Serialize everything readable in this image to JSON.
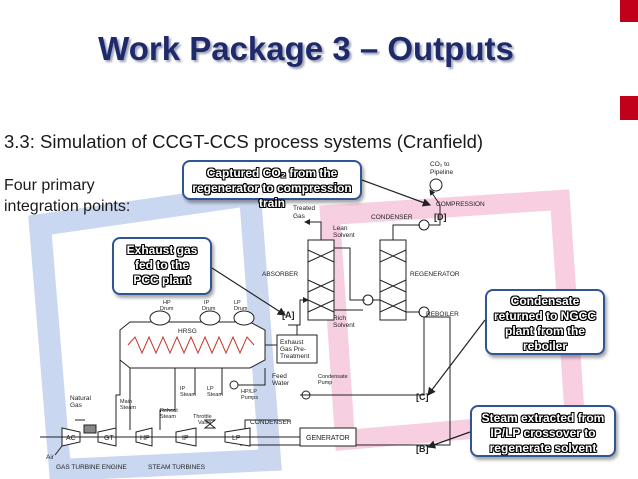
{
  "slide": {
    "title": "Work Package 3 – Outputs",
    "subtitle": "3.3: Simulation of CCGT-CCS process systems (Cranfield)",
    "intro_line1": "Four primary",
    "intro_line2": "integration points:",
    "accent_color": "#c0001b",
    "title_color": "#1f2a6b"
  },
  "callouts": {
    "captured": {
      "line1": "Captured CO₂ from the",
      "line2": "regenerator to compression train"
    },
    "exhaust": {
      "line1": "Exhaust gas",
      "line2": "fed to the",
      "line3": "PCC plant"
    },
    "condensate": {
      "line1": "Condensate",
      "line2": "returned to NGCC",
      "line3": "plant from the",
      "line4": "reboiler"
    },
    "steam": {
      "line1": "Steam extracted from",
      "line2": "IP/LP crossover  to",
      "line3": "regenerate solvent"
    }
  },
  "diagram": {
    "co2_to": "CO₂ to",
    "pipeline": "Pipeline",
    "compression": "COMPRESSION",
    "treated": "Treated",
    "gas": "Gas",
    "lean": "Lean",
    "solvent": "Solvent",
    "condenser_top": "CONDENSER",
    "marker_d": "[D]",
    "absorber": "ABSORBER",
    "regenerator": "REGENERATOR",
    "marker_a": "[A]",
    "rich": "Rich",
    "rich_solvent": "Solvent",
    "reboiler": "REBOILER",
    "hp_drum_1": "HP",
    "hp_drum_2": "Drum",
    "ip_drum_1": "IP",
    "ip_drum_2": "Drum",
    "lp_drum_1": "LP",
    "lp_drum_2": "Drum",
    "hrsg": "HRSG",
    "exh_1": "Exhaust",
    "exh_2": "Gas Pre-",
    "exh_3": "Treatment",
    "feed_1": "Feed",
    "feed_2": "Water",
    "cond_pump_1": "Condensate",
    "cond_pump_2": "Pump",
    "ip_steam_1": "IP",
    "ip_steam_2": "Steam",
    "lp_steam_1": "LP",
    "lp_steam_2": "Steam",
    "hplp_1": "HP/LP",
    "hplp_2": "Pumps",
    "marker_c": "[C]",
    "natural_1": "Natural",
    "natural_2": "Gas",
    "main_steam_1": "Main",
    "main_steam_2": "Steam",
    "reheat_1": "Reheat",
    "reheat_2": "Steam",
    "throttle_1": "Throttle",
    "throttle_2": "Valve",
    "condenser_bottom": "CONDENSER",
    "ac": "AC",
    "gt": "GT",
    "hp": "HP",
    "ip": "IP",
    "lp": "LP",
    "generator": "GENERATOR",
    "marker_b": "[B]",
    "air": "Air",
    "gas_turbine_engine": "GAS TURBINE ENGINE",
    "steam_turbines": "STEAM TURBINES"
  }
}
